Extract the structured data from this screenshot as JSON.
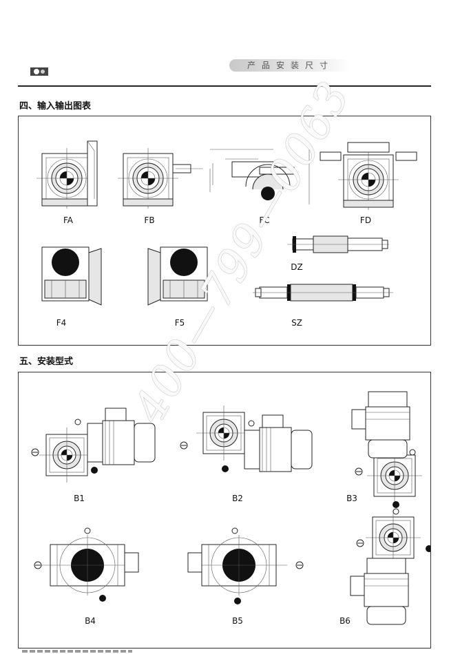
{
  "header": {
    "banner_text": "产品安装尺寸"
  },
  "section4": {
    "title": "四、输入输出图表",
    "labels": [
      "FA",
      "FB",
      "FC",
      "FD",
      "F4",
      "F5",
      "DZ",
      "SZ"
    ]
  },
  "section5": {
    "title": "五、安装型式",
    "labels": [
      "B1",
      "B2",
      "B3",
      "B4",
      "B5",
      "B6"
    ]
  },
  "watermark": {
    "text": "400—799—0063"
  }
}
